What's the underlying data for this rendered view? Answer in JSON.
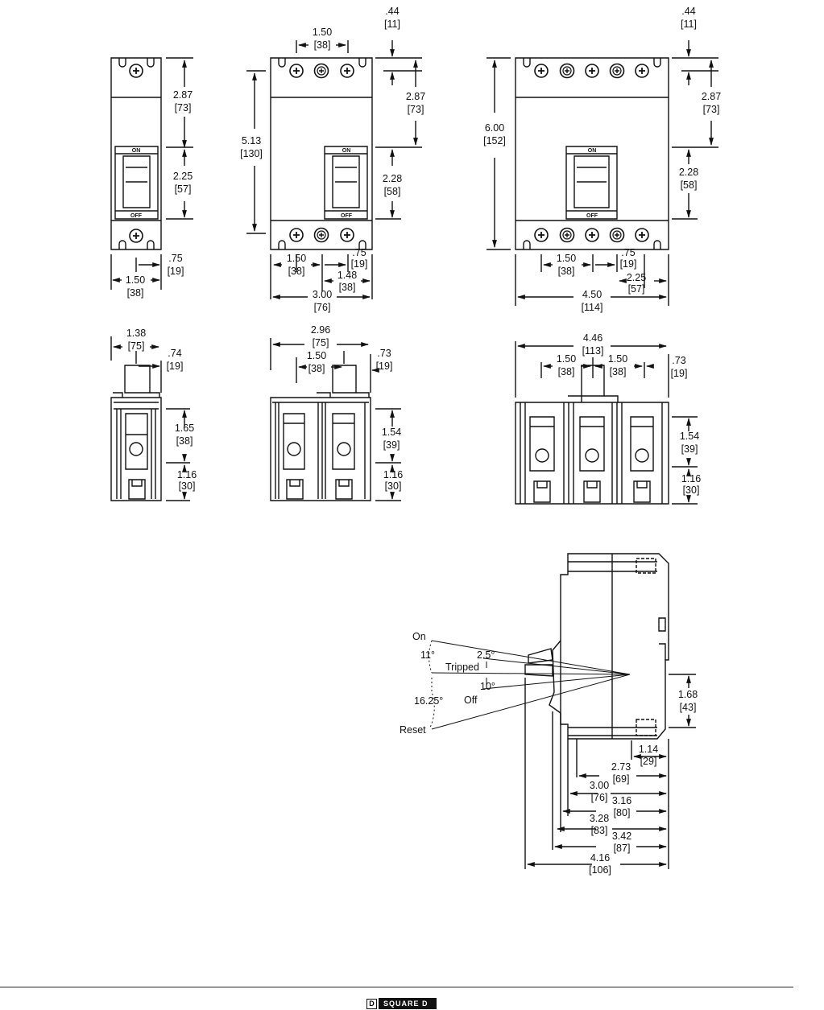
{
  "top_views": {
    "one_pole": [
      {
        "value": "2.87",
        "metric": "[73]"
      },
      {
        "value": "2.25",
        "metric": "[57]"
      },
      {
        "value": ".75",
        "metric": "[19]"
      },
      {
        "value": "1.50",
        "metric": "[38]"
      }
    ],
    "two_pole": [
      {
        "value": "1.50",
        "metric": "[38]"
      },
      {
        "value": ".44",
        "metric": "[11]"
      },
      {
        "value": "5.13",
        "metric": "[130]"
      },
      {
        "value": "2.87",
        "metric": "[73]"
      },
      {
        "value": "2.28",
        "metric": "[58]"
      },
      {
        "value": "1.50",
        "metric": "[38]"
      },
      {
        "value": ".75",
        "metric": "[19]"
      },
      {
        "value": "1.48",
        "metric": "[38]"
      },
      {
        "value": "3.00",
        "metric": "[76]"
      }
    ],
    "three_pole": [
      {
        "value": ".44",
        "metric": "[11]"
      },
      {
        "value": "6.00",
        "metric": "[152]"
      },
      {
        "value": "2.87",
        "metric": "[73]"
      },
      {
        "value": "2.28",
        "metric": "[58]"
      },
      {
        "value": "1.50",
        "metric": "[38]"
      },
      {
        "value": ".75",
        "metric": "[19]"
      },
      {
        "value": "2.25",
        "metric": "[57]"
      },
      {
        "value": "4.50",
        "metric": "[114]"
      }
    ]
  },
  "end_views": {
    "one_pole": [
      {
        "value": "1.38",
        "metric": "[75]"
      },
      {
        "value": ".74",
        "metric": "[19]"
      },
      {
        "value": "1.65",
        "metric": "[38]"
      },
      {
        "value": "1.16",
        "metric": "[30]"
      }
    ],
    "two_pole": [
      {
        "value": "2.96",
        "metric": "[75]"
      },
      {
        "value": "1.50",
        "metric": "[38]"
      },
      {
        "value": ".73",
        "metric": "[19]"
      },
      {
        "value": "1.54",
        "metric": "[39]"
      },
      {
        "value": "1.16",
        "metric": "[30]"
      }
    ],
    "three_pole": [
      {
        "value": "4.46",
        "metric": "[113]"
      },
      {
        "value": "1.50",
        "metric": "[38]"
      },
      {
        "value": "1.50",
        "metric": "[38]"
      },
      {
        "value": ".73",
        "metric": "[19]"
      },
      {
        "value": "1.54",
        "metric": "[39]"
      },
      {
        "value": "1.16",
        "metric": "[30]"
      }
    ]
  },
  "handle_labels": {
    "on": "ON",
    "off": "OFF"
  },
  "side_view": {
    "positions": {
      "on": "On",
      "tripped": "Tripped",
      "off": "Off",
      "reset": "Reset"
    },
    "angles": {
      "a1": "11°",
      "a2": "2.5°",
      "a3": "10°",
      "a4": "16.25°"
    },
    "dims": [
      {
        "value": "1.68",
        "metric": "[43]"
      },
      {
        "value": "1.14",
        "metric": "[29]"
      },
      {
        "value": "2.73",
        "metric": "[69]"
      },
      {
        "value": "3.00",
        "metric": "[76]"
      },
      {
        "value": "3.16",
        "metric": "[80]"
      },
      {
        "value": "3.28",
        "metric": "[83]"
      },
      {
        "value": "3.42",
        "metric": "[87]"
      },
      {
        "value": "4.16",
        "metric": "[106]"
      }
    ]
  },
  "footer": {
    "logo_mark": "D",
    "brand": "SQUARE D"
  }
}
